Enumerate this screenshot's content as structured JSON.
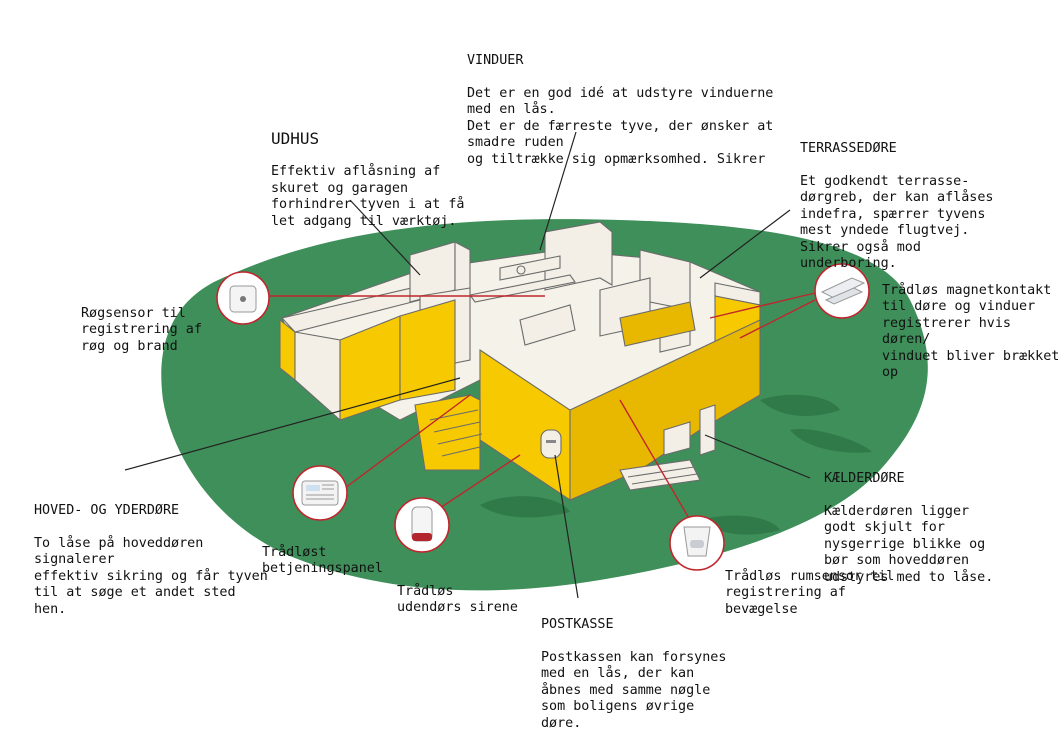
{
  "colors": {
    "lawn": "#3f8f5a",
    "lawn_dark": "#2f7a48",
    "wall_yellow": "#f6c900",
    "wall_yellow_dark": "#e2ad00",
    "wall_white": "#f3efe6",
    "outline": "#6b6b6b",
    "pointer_red": "#c0262d",
    "pointer_black": "#222222"
  },
  "labels": {
    "vinduer": {
      "heading": "VINDUER",
      "body": "Det er en god idé at udstyre vinduerne\nmed en lås.\nDet er de færreste tyve, der ønsker at\nsmadre ruden\nog tiltrække sig opmærksomhed. Sikrer"
    },
    "udhus": {
      "heading": "UDHUS",
      "body": "Effektiv aflåsning af\nskuret og garagen\nforhindrer tyven i at få\nlet adgang til værktøj."
    },
    "terrassedore": {
      "heading": "TERRASSEDØRE",
      "body": "Et godkendt terrasse-\ndørgreb, der kan aflåses\nindefra, spærrer tyvens\nmest yndede flugtvej.\nSikrer også mod\nunderboring."
    },
    "rogsensor": {
      "body": "Røgsensor til\nregistrering af\nrøg og brand"
    },
    "magnetkontakt": {
      "body": "Trådløs magnetkontakt\ntil døre og vinduer\nregistrerer hvis døren/\nvinduet bliver brækket\nop"
    },
    "hoveddore": {
      "heading": "HOVED- OG YDERDØRE",
      "body": "To låse på hoveddøren\nsignalerer\neffektiv sikring og får tyven\ntil at søge et andet sted\nhen."
    },
    "betjeningspanel": {
      "body": "Trådløst\nbetjeningspanel"
    },
    "sirene": {
      "body": "Trådløs\nudendørs sirene"
    },
    "kaelderdore": {
      "heading": "KÆLDERDØRE",
      "body": "Kælderdøren ligger\ngodt skjult for\nnysgerrige blikke og\nbør som hoveddøren\nudstyres med to låse."
    },
    "rumsensor": {
      "body": "Trådløs rumsensor til\nregistrering af\nbevægelse"
    },
    "postkasse": {
      "heading": "POSTKASSE",
      "body": "Postkassen kan forsynes\nmed en lås, der kan\nåbnes med samme nøgle\nsom boligens øvrige\ndøre."
    }
  },
  "devices": [
    {
      "name": "smoke-sensor-icon"
    },
    {
      "name": "magnetic-contact-icon"
    },
    {
      "name": "control-panel-icon"
    },
    {
      "name": "outdoor-siren-icon"
    },
    {
      "name": "motion-sensor-icon"
    }
  ]
}
